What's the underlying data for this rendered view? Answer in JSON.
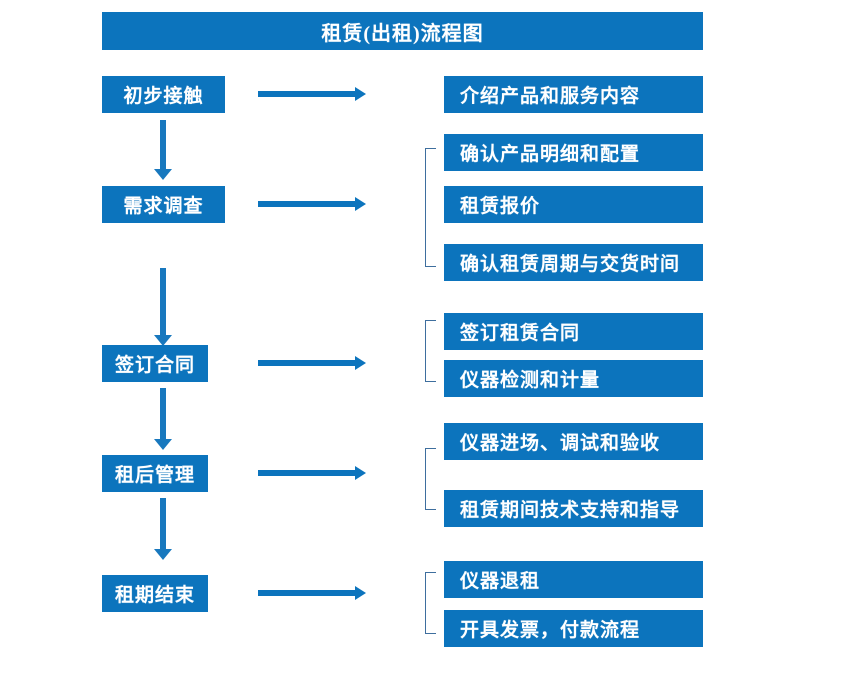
{
  "title": "租赁(出租)流程图",
  "colors": {
    "accent": "#0C74BD",
    "arrow": "#1878BE",
    "bracket": "#3E6E9E",
    "box_text": "#FFFFFF",
    "background": "#FFFFFF"
  },
  "diagram": {
    "type": "flowchart",
    "orientation": "vertical-stages-with-branching-tasks",
    "stages": [
      {
        "id": "stage-1",
        "label": "初步接触",
        "tasks": [
          "介绍产品和服务内容"
        ],
        "bracketed": false
      },
      {
        "id": "stage-2",
        "label": "需求调查",
        "tasks": [
          "确认产品明细和配置",
          "租赁报价",
          "确认租赁周期与交货时间"
        ],
        "bracketed": true
      },
      {
        "id": "stage-3",
        "label": "签订合同",
        "tasks": [
          "签订租赁合同",
          "仪器检测和计量"
        ],
        "bracketed": true
      },
      {
        "id": "stage-4",
        "label": "租后管理",
        "tasks": [
          "仪器进场、调试和验收",
          "租赁期间技术支持和指导"
        ],
        "bracketed": true
      },
      {
        "id": "stage-5",
        "label": "租期结束",
        "tasks": [
          "仪器退租",
          "开具发票，付款流程"
        ],
        "bracketed": true
      }
    ],
    "connectors": {
      "horizontal_arrow_icon": "arrow-right-icon",
      "vertical_arrow_icon": "arrow-down-icon",
      "group_bracket_icon": "square-bracket-icon",
      "vertical_flow_count": 4,
      "horizontal_flow_count": 5
    }
  }
}
